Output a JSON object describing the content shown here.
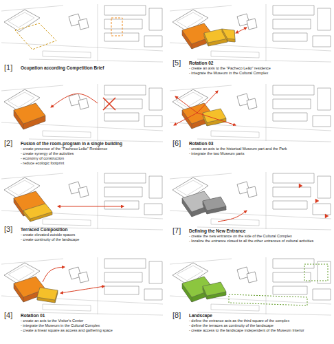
{
  "diagram": {
    "labels": [
      "[1]",
      "Ocupation according Competition Brief",
      "[2]",
      "Fusion of the room-program in a single building",
      "- create presence of the \"Pacheco Leão\" Residence",
      "- create synergy of the activities",
      "- economy of construction",
      "- reduce ecologic footprint",
      "[3]",
      "Terraced Composition",
      "- create elevated outside spaces",
      "- create continuity of the landscape",
      "[4]",
      "Rotation 01",
      "- create an axis to the Visitor's Center",
      "- integrate the Museum in the Cultural Complex",
      "- create a linear square as access and gathering space",
      "[5]",
      "Rotation 02",
      "- create an axis to the \"Pacheco Leão\" residence",
      "- integrate the Museum in the Cultural Complex",
      "[6]",
      "Rotation 03",
      "- create an axis to the historical Museum part and the Park",
      "- integrate the two Museum parts",
      "[7]",
      "Defining the New Entrance",
      "- create the new entrance on the side of the Cultural Complex",
      "- localize the entrance closed to all the other entrances of cultural activities",
      "[8]",
      "Landscape",
      "- define the entrance axis as the third square of the complex",
      "- define the terraces as continuity of the landscape",
      "- create access to the landscape independent of the Museum Interior"
    ]
  }
}
